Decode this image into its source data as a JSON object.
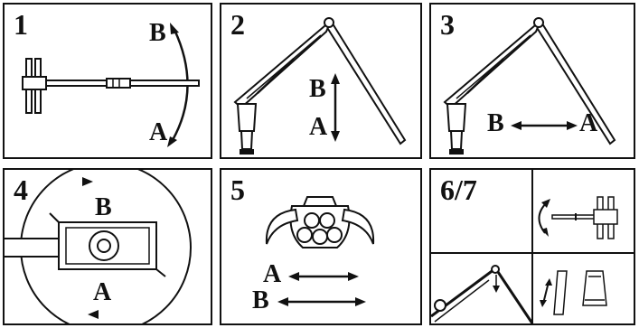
{
  "panels": [
    {
      "number": "1",
      "labels": {
        "top": "B",
        "bottom": "A"
      },
      "motion": "rotate"
    },
    {
      "number": "2",
      "labels": {
        "top": "B",
        "bottom": "A"
      },
      "motion": "vertical"
    },
    {
      "number": "3",
      "labels": {
        "left": "B",
        "right": "A"
      },
      "motion": "horizontal"
    },
    {
      "number": "4",
      "labels": {
        "top": "B",
        "bottom": "A"
      },
      "motion": "slew"
    },
    {
      "number": "5",
      "labels": {
        "first": "A",
        "second": "B"
      },
      "motion": "grapple"
    },
    {
      "number": "6/7",
      "labels": {},
      "motion": "combined"
    }
  ],
  "colors": {
    "ink": "#111111",
    "background": "#ffffff"
  }
}
